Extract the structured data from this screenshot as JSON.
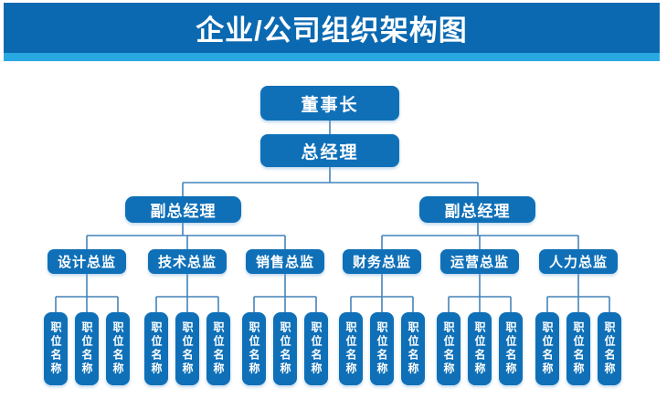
{
  "title": "企业/公司组织架构图",
  "colors": {
    "banner": "#0b69b1",
    "stripe": "#29a9e1",
    "box": "#0f70b8",
    "connector": "#4384bb",
    "text": "#ffffff"
  },
  "tree": {
    "chairman": "董事长",
    "general_manager": "总经理",
    "deputies": [
      {
        "label": "副总经理"
      },
      {
        "label": "副总经理"
      }
    ],
    "directors": [
      {
        "label": "设计总监"
      },
      {
        "label": "技术总监"
      },
      {
        "label": "销售总监"
      },
      {
        "label": "财务总监"
      },
      {
        "label": "运营总监"
      },
      {
        "label": "人力总监"
      }
    ],
    "leaf_label": "职位名称",
    "leaves_per_director": 3
  }
}
